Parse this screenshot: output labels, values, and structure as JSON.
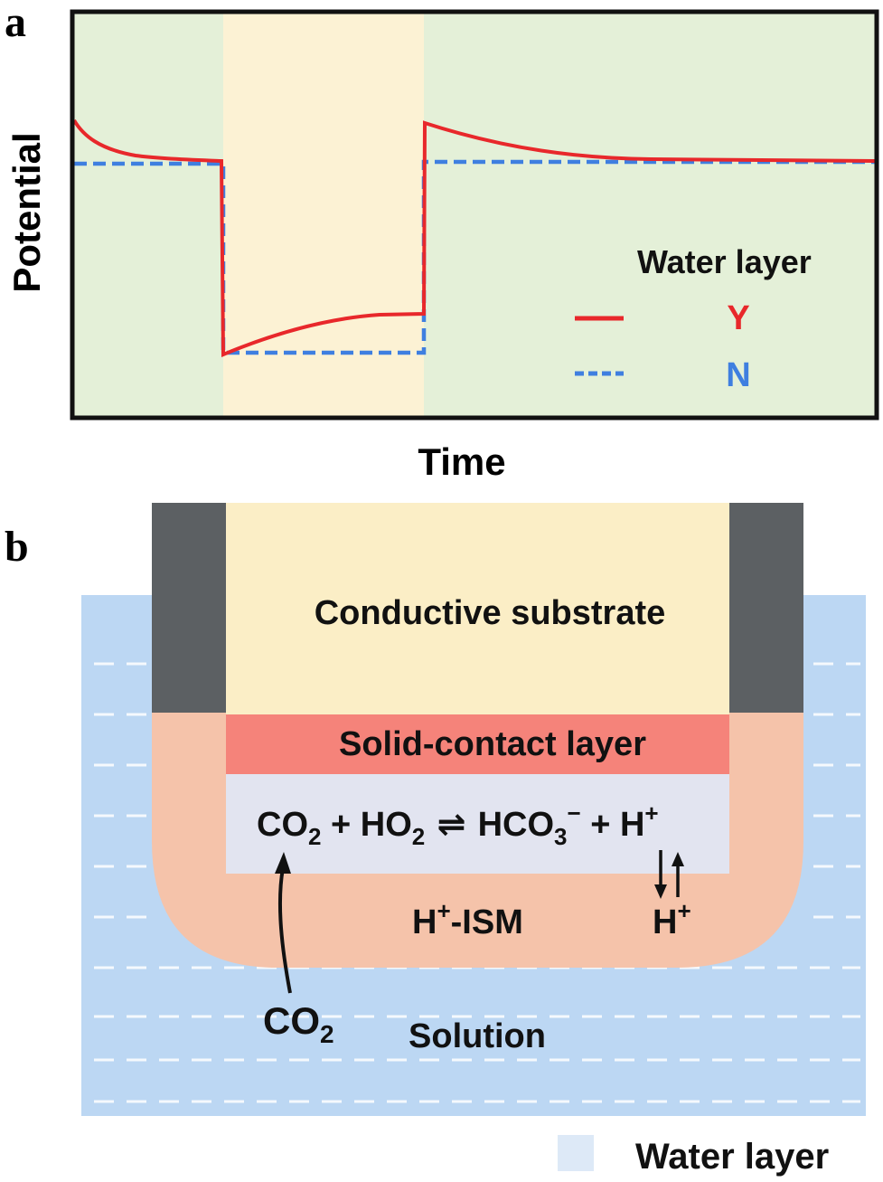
{
  "panels": {
    "a": {
      "letter": "a",
      "ylabel": "Potential",
      "xlabel": "Time",
      "legend": {
        "title": "Water layer",
        "entries": [
          {
            "label": "Y",
            "style": "solid",
            "color": "#e8282b"
          },
          {
            "label": "N",
            "style": "dashed",
            "color": "#3f7fe0"
          }
        ]
      }
    },
    "b": {
      "letter": "b",
      "labels": {
        "substrate": "Conductive substrate",
        "solid_contact": "Solid-contact layer",
        "ism_base": "H",
        "ism_sup": "+",
        "ism_suffix": "-ISM",
        "h_right_base": "H",
        "h_right_sup": "+",
        "co2_below_base": "CO",
        "co2_below_sub": "2",
        "solution": "Solution"
      },
      "equation": {
        "co": "CO",
        "co_sub": "2",
        "plus1": " + HO",
        "ho_sub": "2",
        "arrow": " ⇌ ",
        "hco": "HCO",
        "hco_sub": "3",
        "hco_sup": "−",
        "plus2": " + H",
        "h_sup": "+"
      },
      "legend": {
        "label": "Water layer"
      }
    }
  },
  "colors": {
    "water_region": "#e4f0d8",
    "no_water_region": "#fcf2d4",
    "series_Y": "#e8282b",
    "series_N": "#3f7fe0",
    "solution": "#bcd7f3",
    "substrate": "#fbeec6",
    "electrode_body": "#5c6063",
    "solid_contact": "#f5837a",
    "ism": "#f5c3aa",
    "water_layer": "#e2e4f0"
  }
}
